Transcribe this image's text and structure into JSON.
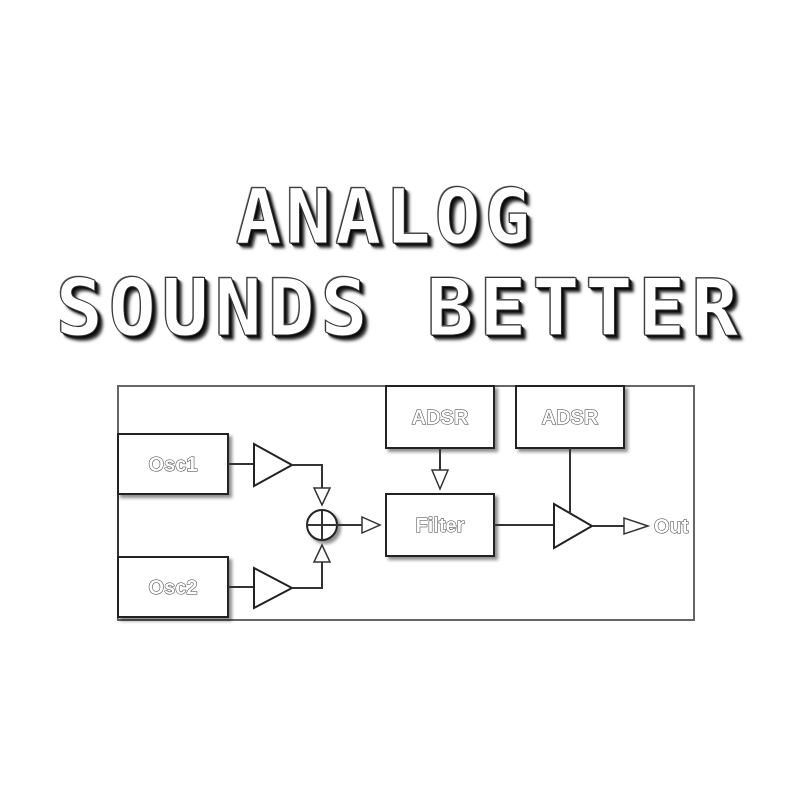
{
  "headline": {
    "line1": "ANALOG",
    "line2": "SOUNDS BETTER"
  },
  "diagram": {
    "blocks": {
      "osc1": "Osc1",
      "osc2": "Osc2",
      "adsr_filter": "ADSR",
      "adsr_amp": "ADSR",
      "filter": "Filter",
      "output": "Out"
    }
  },
  "colors": {
    "background": "#ffffff",
    "stroke": "#222222"
  }
}
